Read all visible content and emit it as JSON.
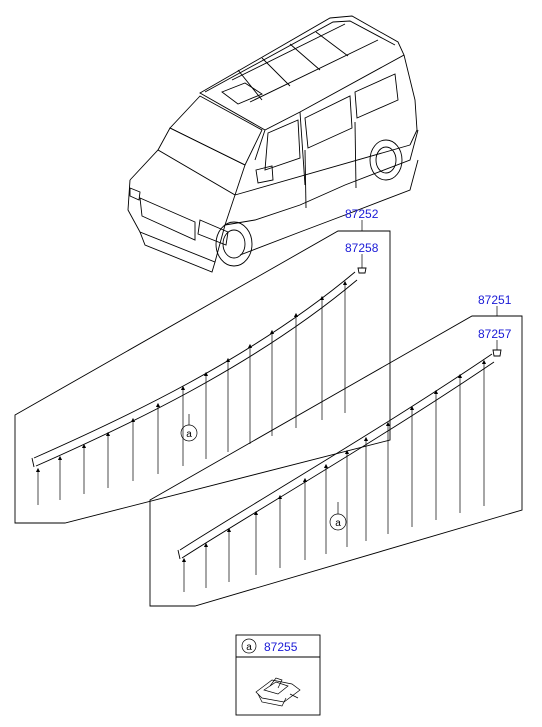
{
  "labels": {
    "upper_assembly": "87252",
    "upper_clip": "87258",
    "lower_assembly": "87251",
    "lower_clip": "87257",
    "legend_part": "87255"
  },
  "callouts": {
    "upper": "a",
    "lower": "a",
    "legend": "a"
  }
}
